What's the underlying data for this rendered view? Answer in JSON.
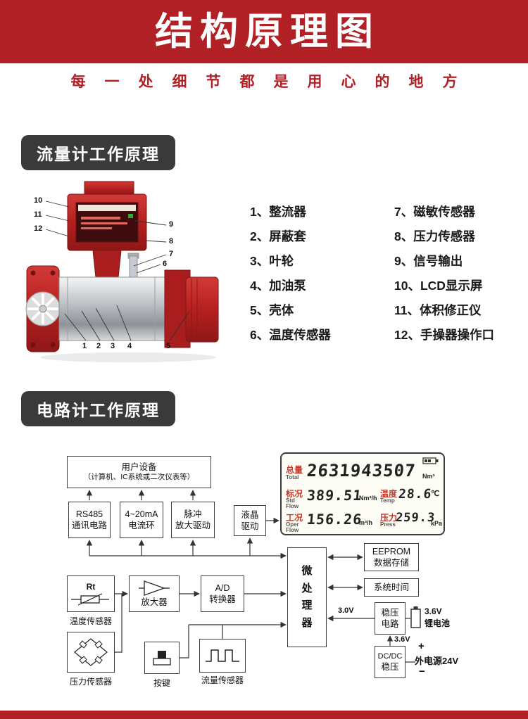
{
  "header": {
    "title": "结构原理图",
    "subtitle": "每一处细节都是用心的地方"
  },
  "colors": {
    "brand_red": "#b02025",
    "label_dark": "#3a3a3a"
  },
  "flow_section": {
    "label": "流量计工作原理",
    "parts_col1": [
      "1、整流器",
      "2、屏蔽套",
      "3、叶轮",
      "4、加油泵",
      "5、壳体",
      "6、温度传感器"
    ],
    "parts_col2": [
      "7、磁敏传感器",
      "8、压力传感器",
      "9、信号输出",
      "10、LCD显示屏",
      "11、体积修正仪",
      "12、手操器操作口"
    ],
    "callouts": [
      "1",
      "2",
      "3",
      "4",
      "5",
      "6",
      "7",
      "8",
      "9",
      "10",
      "11",
      "12"
    ]
  },
  "circuit_section": {
    "label": "电路计工作原理",
    "user_device_line1": "用户设备",
    "user_device_line2": "（计算机、IC系统或二次仪表等）",
    "rs485_line1": "RS485",
    "rs485_line2": "通讯电路",
    "loop_line1": "4~20mA",
    "loop_line2": "电流环",
    "pulse_line1": "脉冲",
    "pulse_line2": "放大驱动",
    "lcd_drive_line1": "液晶",
    "lcd_drive_line2": "驱动",
    "mcu_chars": [
      "微",
      "处",
      "理",
      "器"
    ],
    "eeprom_line1": "EEPROM",
    "eeprom_line2": "数据存储",
    "sys_time": "系统时间",
    "regulator_line1": "稳压",
    "regulator_line2": "电路",
    "v30": "3.0V",
    "v36": "3.6V",
    "battery_line1": "3.6V",
    "battery_line2": "锂电池",
    "dcdc_line1": "DC/DC",
    "dcdc_line2": "稳压",
    "ext_power": "外电源24V",
    "plus": "+",
    "minus": "−",
    "rt": "Rt",
    "temp_sensor": "温度传感器",
    "amp": "放大器",
    "ad_line1": "A/D",
    "ad_line2": "转换器",
    "pressure_sensor": "压力传感器",
    "key": "按键",
    "flow_sensor": "流量传感器",
    "lcd": {
      "total_label": "总量",
      "total_en": "Total",
      "total_value": "2631943507",
      "total_unit": "Nm³",
      "std_label": "标况",
      "std_en1": "Std",
      "std_en2": "Flow",
      "std_value": "389.51",
      "std_unit": "Nm³/h",
      "temp_label": "温度",
      "temp_en": "Temp",
      "temp_value": "28.6",
      "temp_unit": "℃",
      "oper_label": "工况",
      "oper_en1": "Oper",
      "oper_en2": "Flow",
      "oper_value": "156.26",
      "oper_unit": "m³/h",
      "press_label": "压力",
      "press_en": "Press",
      "press_value": "259.3",
      "press_unit": "kPa"
    }
  }
}
